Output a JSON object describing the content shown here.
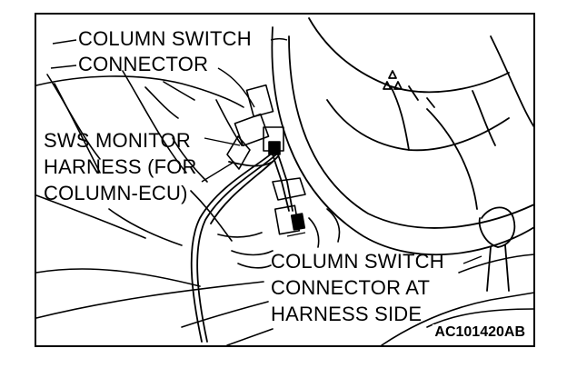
{
  "labels": {
    "column_switch_connector": [
      "COLUMN SWITCH",
      "CONNECTOR"
    ],
    "sws_monitor_harness": [
      "SWS MONITOR",
      "HARNESS (FOR",
      "COLUMN-ECU)"
    ],
    "harness_side_connector": [
      "COLUMN SWITCH",
      "CONNECTOR AT",
      "HARNESS SIDE"
    ]
  },
  "figure_code": "AC101420AB",
  "colors": {
    "line": "#000000",
    "background": "#ffffff"
  }
}
